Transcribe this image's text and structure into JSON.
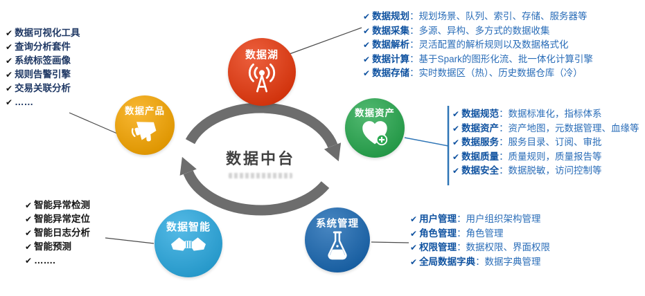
{
  "check_glyph": "✔",
  "center": {
    "title": "数据中台"
  },
  "nodes": {
    "lake": {
      "label": "数据湖",
      "color": "#e8380d",
      "icon": "broadcast-tower-icon"
    },
    "product": {
      "label": "数据产品",
      "color": "#f7a600",
      "icon": "megaphone-icon"
    },
    "asset": {
      "label": "数据资产",
      "color": "#27a84e",
      "icon": "heart-plus-icon"
    },
    "system": {
      "label": "系统管理",
      "color": "#1a68b2",
      "icon": "flask-icon"
    },
    "intelligence": {
      "label": "数据智能",
      "color": "#2aa9e0",
      "icon": "handshake-icon"
    }
  },
  "feature_lists": {
    "product_features": {
      "items": [
        "数据可视化工具",
        "查询分析套件",
        "系统标签画像",
        "规则告警引擎",
        "交易关联分析",
        "……"
      ]
    },
    "lake_features": {
      "items": [
        {
          "label": "数据规划",
          "desc": "：规划场景、队列、索引、存储、服务器等"
        },
        {
          "label": "数据采集",
          "desc": "：多源、异构、多方式的数据收集"
        },
        {
          "label": "数据解析",
          "desc": "：灵活配置的解析规则以及数据格式化"
        },
        {
          "label": "数据计算",
          "desc": "：基于Spark的图形化流、批一体化计算引擎"
        },
        {
          "label": "数据存储",
          "desc": "：实时数据区（热）、历史数据仓库（冷）"
        }
      ]
    },
    "asset_features": {
      "items": [
        {
          "label": "数据规范",
          "desc": "：数据标准化，指标体系"
        },
        {
          "label": "数据资产",
          "desc": "：资产地图，元数据管理、血缘等"
        },
        {
          "label": "数据服务",
          "desc": "：服务目录、订阅、审批"
        },
        {
          "label": "数据质量",
          "desc": "：质量规则，质量报告等"
        },
        {
          "label": "数据安全",
          "desc": "：数据脱敏，访问控制等"
        }
      ]
    },
    "system_features": {
      "items": [
        {
          "label": "用户管理",
          "desc": "：用户组织架构管理"
        },
        {
          "label": "角色管理",
          "desc": "：角色管理"
        },
        {
          "label": "权限管理",
          "desc": "：数据权限、界面权限"
        },
        {
          "label": "全局数据字典",
          "desc": "：数据字典管理"
        }
      ]
    },
    "intelligence_features": {
      "items": [
        "智能异常检测",
        "智能异常定位",
        "智能日志分析",
        "智能预测",
        "……."
      ]
    }
  },
  "colors": {
    "cycle_arrow": "#6d6d6d",
    "connector_line": "#4a4a4a",
    "asset_bracket_line": "#2e75b6",
    "label_blue": "#0f52a0",
    "desc_blue": "#2a6db8",
    "left_list_navy": "#1f3864",
    "center_title_gray": "#404040"
  }
}
